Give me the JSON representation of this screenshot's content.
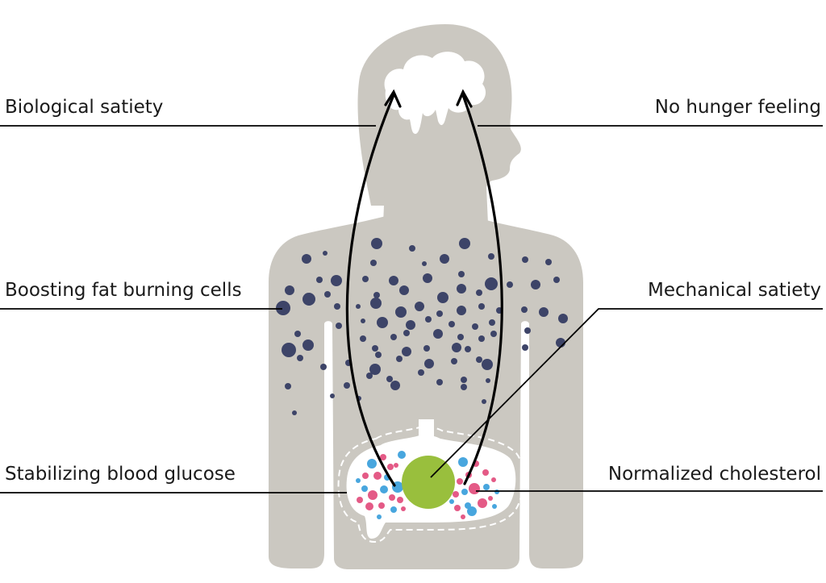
{
  "labels": {
    "biological_satiety": "Biological satiety",
    "no_hunger_feeling": "No hunger feeling",
    "boosting_fat_burning": "Boosting fat burning cells",
    "mechanical_satiety": "Mechanical satiety",
    "stabilizing_glucose": "Stabilizing blood glucose",
    "normalized_cholesterol": "Normalized cholesterol"
  },
  "colors": {
    "body": "#cbc8c1",
    "fat_cells": "#3d4468",
    "fiber_ball": "#99bf3d",
    "particle_pink": "#e45a86",
    "particle_blue": "#48a6de",
    "line": "#000000"
  }
}
